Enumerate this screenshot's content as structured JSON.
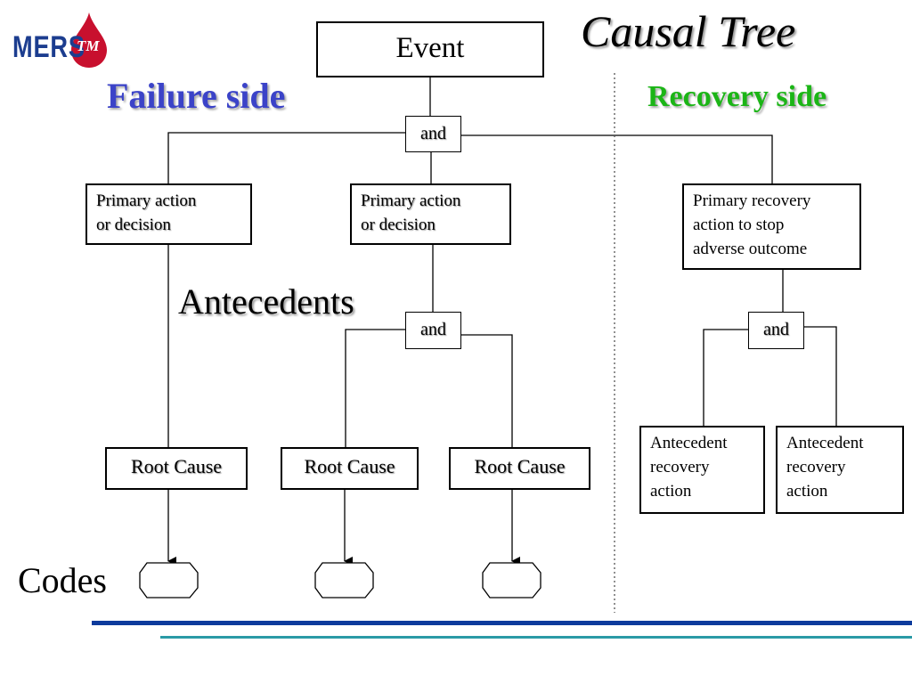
{
  "logo": {
    "text": "MERS",
    "mark_text": "TM",
    "colors": {
      "text": "#1c3d8f",
      "drop": "#c8102e"
    }
  },
  "title": "Causal Tree",
  "headings": {
    "failure_side": "Failure side",
    "recovery_side": "Recovery side"
  },
  "event": {
    "label": "Event"
  },
  "and_label": "and",
  "failure": {
    "primary_actions": [
      {
        "line1": "Primary action",
        "line2": "or decision"
      },
      {
        "line1": "Primary action",
        "line2": "or decision"
      }
    ],
    "antecedents_label": "Antecedents",
    "root_causes": [
      "Root Cause",
      "Root Cause",
      "Root Cause"
    ],
    "codes_label": "Codes"
  },
  "recovery": {
    "primary_recovery": {
      "line1": "Primary recovery",
      "line2": "action to stop",
      "line3": "adverse outcome"
    },
    "antecedent_recovery": [
      {
        "line1": "Antecedent",
        "line2": "recovery",
        "line3": "action"
      },
      {
        "line1": "Antecedent",
        "line2": "recovery",
        "line3": "action"
      }
    ]
  },
  "colors": {
    "failure_heading": "#3b43c8",
    "recovery_heading": "#1bb516",
    "rule_blue": "#0d3b9c",
    "rule_teal": "#2a9aa6"
  }
}
